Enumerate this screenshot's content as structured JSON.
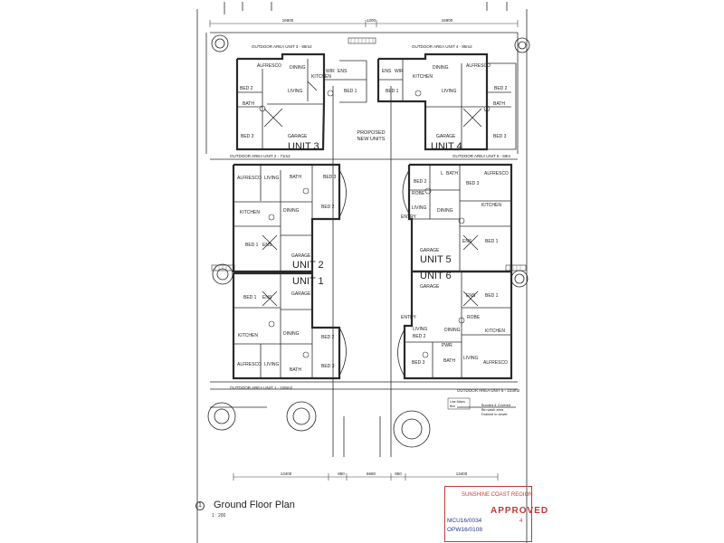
{
  "drawing": {
    "top_dims": [
      "16900",
      "1200",
      "16900"
    ],
    "bottom_dims": [
      "13400",
      "850",
      "6680",
      "850",
      "13400"
    ],
    "outdoor": {
      "unit3": "OUTDOOR AREA UNIT 3 - 88m2",
      "unit4": "OUTDOOR AREA UNIT 4 - 88m2",
      "unit2": "OUTDOOR AREA UNIT 2 - 71m2",
      "unit5": "OUTDOOR AREA UNIT 5 - 69m",
      "unit1": "OUTDOOR AREA UNIT 1 - 105m2",
      "unit6": "OUTDOOR AREA UNIT 6 - 103m2"
    },
    "center_label": [
      "PROPOSED",
      "NEW UNITS"
    ],
    "units": [
      "UNIT 3",
      "UNIT 4",
      "UNIT 2",
      "UNIT 1",
      "UNIT 5",
      "UNIT 6"
    ],
    "rooms": {
      "alfresco": "ALFRESCO",
      "dining": "DINING",
      "kitchen": "KITCHEN",
      "living": "LIVING",
      "bed1": "BED 1",
      "bed2": "BED 2",
      "bed3": "BED 3",
      "bath": "BATH",
      "ens": "ENS",
      "wir": "WIR",
      "garage": "GARAGE",
      "entry": "ENTRY",
      "robe": "ROBE",
      "l": "L",
      "pwr": "PWR"
    },
    "bin_note": [
      "Bunded & Covered",
      "Bin wash area",
      "Drained to sewer"
    ],
    "line_note": [
      "Line Mains",
      "Box"
    ]
  },
  "title_block": {
    "number": "1",
    "title": "Ground Floor Plan",
    "scale": "1 : 200"
  },
  "stamp": {
    "council": "SUNSHINE COAST REGION",
    "status": "APPROVED",
    "ref1": "MCU16/0034",
    "ref2": "OPW16/0108",
    "number": "4"
  }
}
